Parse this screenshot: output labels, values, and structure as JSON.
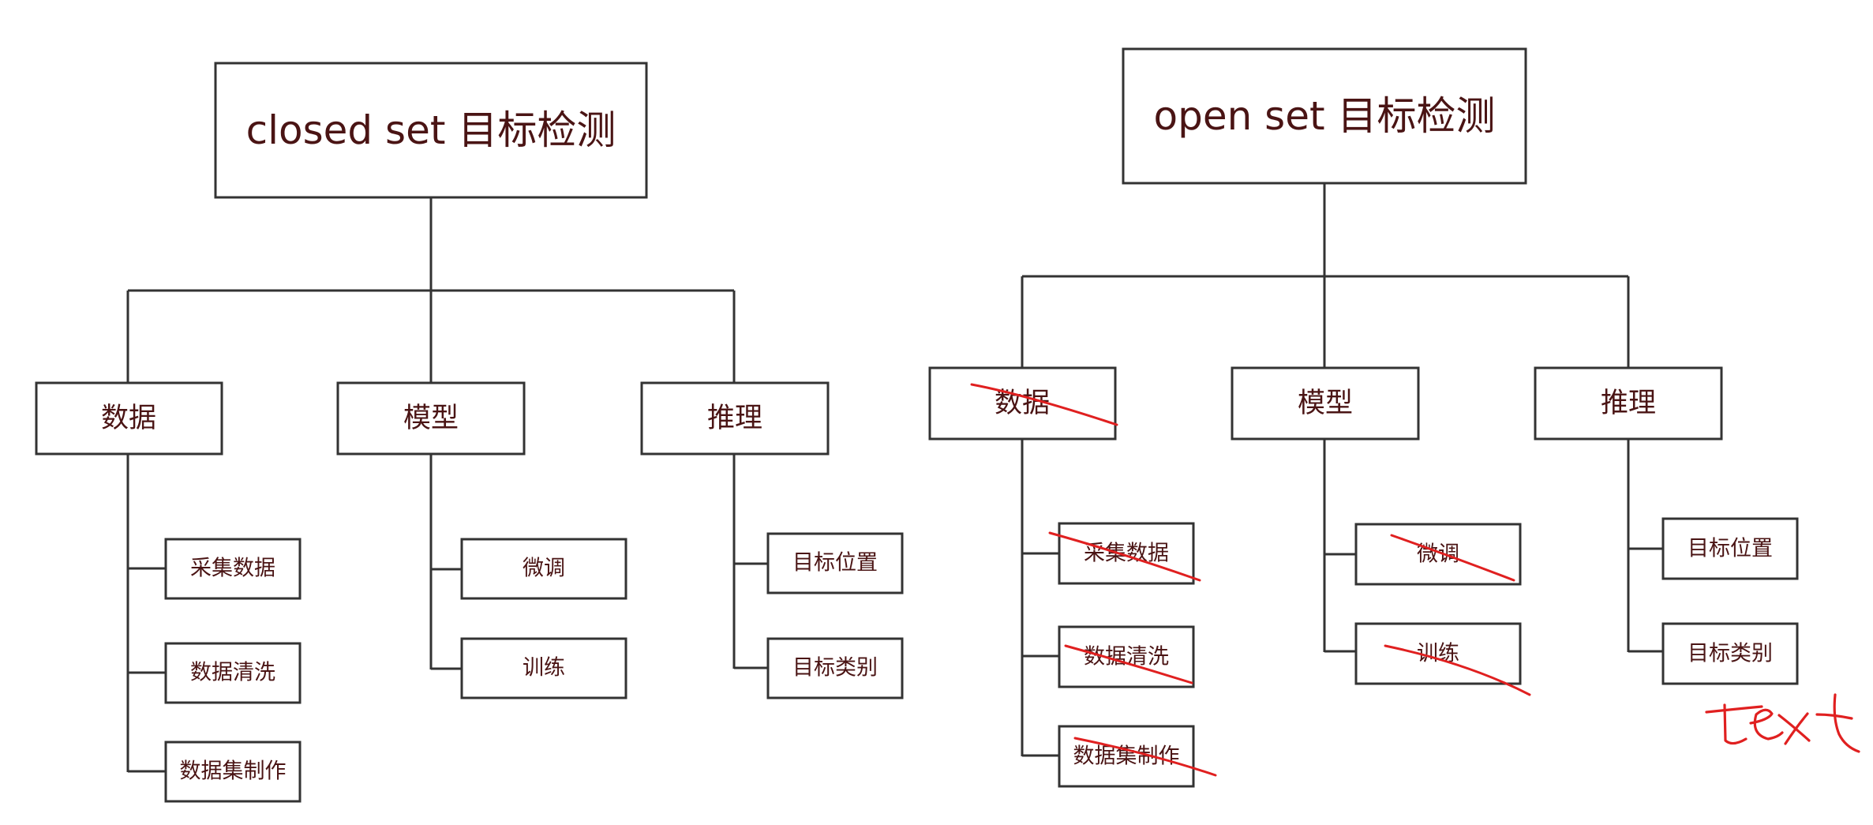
{
  "trees": [
    {
      "title": "closed set 目标检测",
      "categories": [
        {
          "label": "数据",
          "struck": false,
          "items": [
            {
              "label": "采集数据",
              "struck": false
            },
            {
              "label": "数据清洗",
              "struck": false
            },
            {
              "label": "数据集制作",
              "struck": false
            }
          ]
        },
        {
          "label": "模型",
          "struck": false,
          "items": [
            {
              "label": "微调",
              "struck": false
            },
            {
              "label": "训练",
              "struck": false
            }
          ]
        },
        {
          "label": "推理",
          "struck": false,
          "items": [
            {
              "label": "目标位置",
              "struck": false
            },
            {
              "label": "目标类别",
              "struck": false
            }
          ]
        }
      ]
    },
    {
      "title": "open set 目标检测",
      "categories": [
        {
          "label": "数据",
          "struck": true,
          "items": [
            {
              "label": "采集数据",
              "struck": true
            },
            {
              "label": "数据清洗",
              "struck": true
            },
            {
              "label": "数据集制作",
              "struck": true
            }
          ]
        },
        {
          "label": "模型",
          "struck": false,
          "items": [
            {
              "label": "微调",
              "struck": true
            },
            {
              "label": "训练",
              "struck": true
            }
          ]
        },
        {
          "label": "推理",
          "struck": false,
          "items": [
            {
              "label": "目标位置",
              "struck": false
            },
            {
              "label": "目标类别",
              "struck": false
            }
          ]
        }
      ]
    }
  ],
  "annotation": {
    "handwritten_text": "text",
    "color": "#e02020"
  },
  "colors": {
    "text": "#4a1414",
    "stroke": "#333333",
    "strike": "#e02020"
  }
}
